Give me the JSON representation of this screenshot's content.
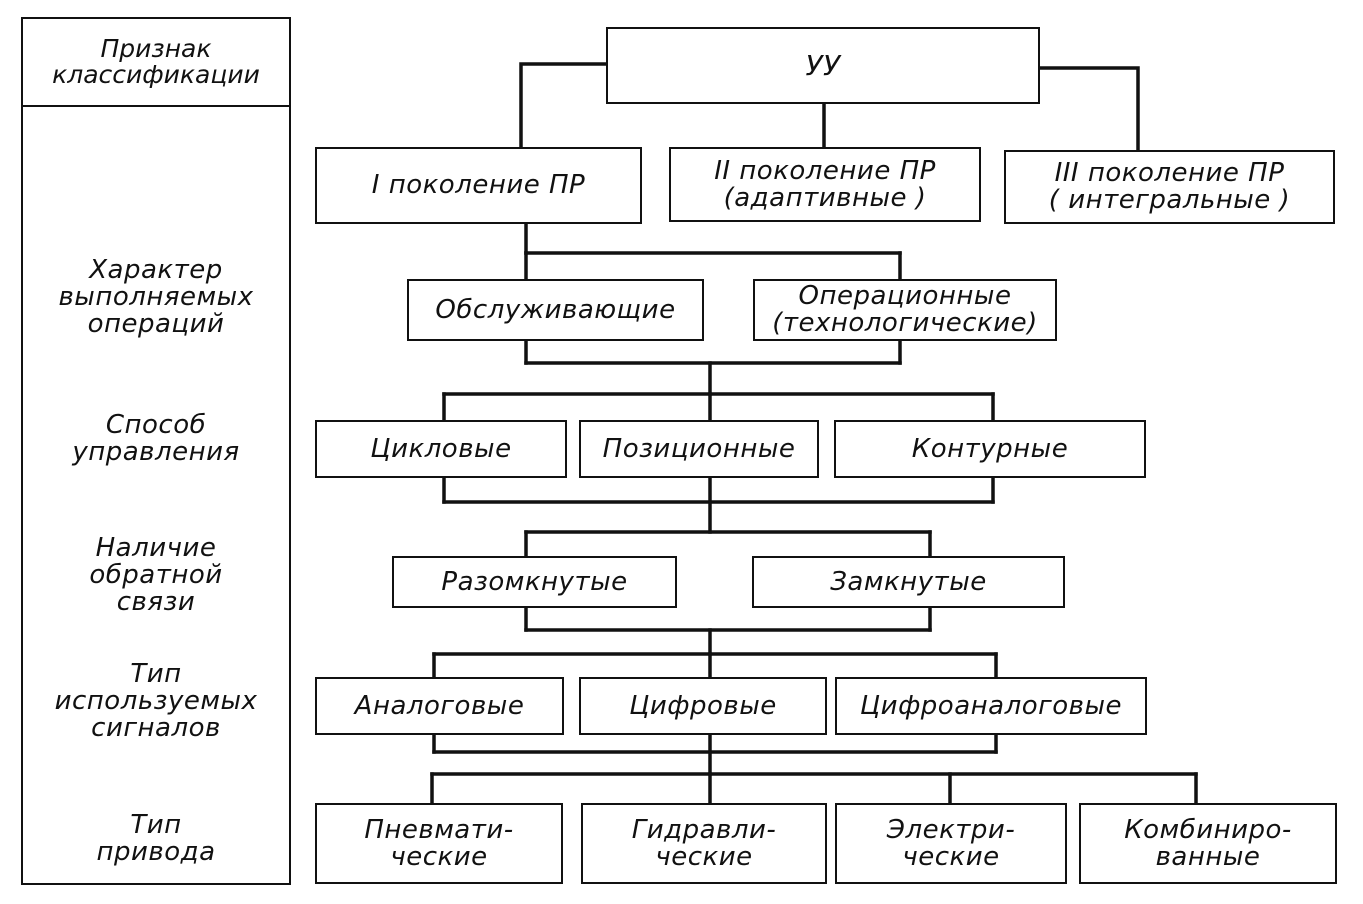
{
  "header": {
    "line1": "Признак",
    "line2": "классификации"
  },
  "criteria": {
    "operations": {
      "line1": "Характер",
      "line2": "выполняемых",
      "line3": "операций"
    },
    "control": {
      "line1": "Способ",
      "line2": "управления"
    },
    "feedback": {
      "line1": "Наличие",
      "line2": "обратной",
      "line3": "связи"
    },
    "signals": {
      "line1": "Тип",
      "line2": "используемых",
      "line3": "сигналов"
    },
    "drive": {
      "line1": "Тип",
      "line2": "привода"
    }
  },
  "nodes": {
    "root": "УУ",
    "gen1": "I поколение ПР",
    "gen2": {
      "line1": "II поколение ПР",
      "line2": "(адаптивные )"
    },
    "gen3": {
      "line1": "III поколение ПР",
      "line2": "( интегральные )"
    },
    "servicing": "Обслуживающие",
    "operational": {
      "line1": "Операционные",
      "line2": "(технологические)"
    },
    "cyclic": "Цикловые",
    "positional": "Позиционные",
    "contour": "Контурные",
    "open": "Разомкнутые",
    "closed": "Замкнутые",
    "analog": "Аналоговые",
    "digital": "Цифровые",
    "digital_analog": "Цифроаналоговые",
    "pneumatic": {
      "line1": "Пневмати-",
      "line2": "ческие"
    },
    "hydraulic": {
      "line1": "Гидравли-",
      "line2": "ческие"
    },
    "electric": {
      "line1": "Электри-",
      "line2": "ческие"
    },
    "combined": {
      "line1": "Комбиниро-",
      "line2": "ванные"
    }
  }
}
